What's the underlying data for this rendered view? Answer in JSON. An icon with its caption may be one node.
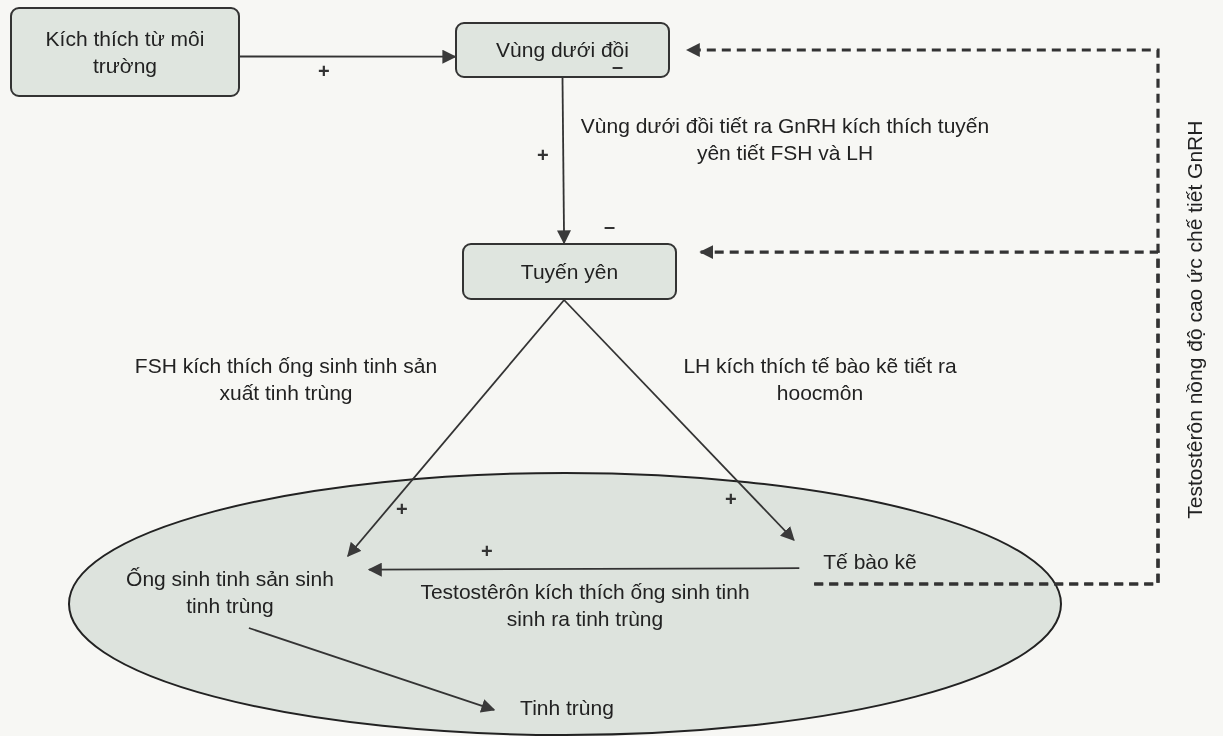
{
  "diagram": {
    "nodes": [
      {
        "text": [
          "Kích thích từ môi trường"
        ]
      },
      {
        "text": [
          "Vùng dưới đồi"
        ]
      },
      {
        "text": [
          "Tuyến yên"
        ]
      },
      {
        "text": [],
        "shape": "ellipse"
      },
      {
        "text": [
          "Ống sinh tinh sản sinh tinh trùng"
        ],
        "in": 3
      },
      {
        "text": [
          "Tế bào kẽ"
        ],
        "in": 3
      },
      {
        "text": [
          "Tinh trùng"
        ],
        "in": 3
      }
    ],
    "edges": [
      {
        "from": 0,
        "to": 1,
        "arrow": "to",
        "label": "+"
      },
      {
        "from": 1,
        "to": 2,
        "arrow": "to",
        "label": "+"
      },
      {
        "from": 2,
        "to": 4,
        "arrow": "to",
        "label": "+"
      },
      {
        "from": 2,
        "to": 5,
        "arrow": "to",
        "label": "+"
      },
      {
        "from": 5,
        "to": 4,
        "arrow": "to",
        "label": "+"
      },
      {
        "from": 4,
        "to": 6,
        "arrow": "to"
      },
      {
        "from": 5,
        "to": 1,
        "arrow": "to",
        "label": "–",
        "style": "dashed"
      },
      {
        "from": 5,
        "to": 2,
        "arrow": "to",
        "label": "–",
        "style": "dashed"
      }
    ],
    "labels": [
      "Vùng dưới đồi tiết ra GnRH kích thích tuyến yên tiết FSH và LH",
      "FSH kích thích ống sinh tinh sản xuất tinh trùng",
      "LH kích thích tế bào kẽ tiết ra hoocmôn",
      "Testostêrôn kích thích ống sinh tinh sinh ra tinh trùng",
      "Testostêrôn nồng độ cao ức chế tiết GnRH"
    ]
  }
}
